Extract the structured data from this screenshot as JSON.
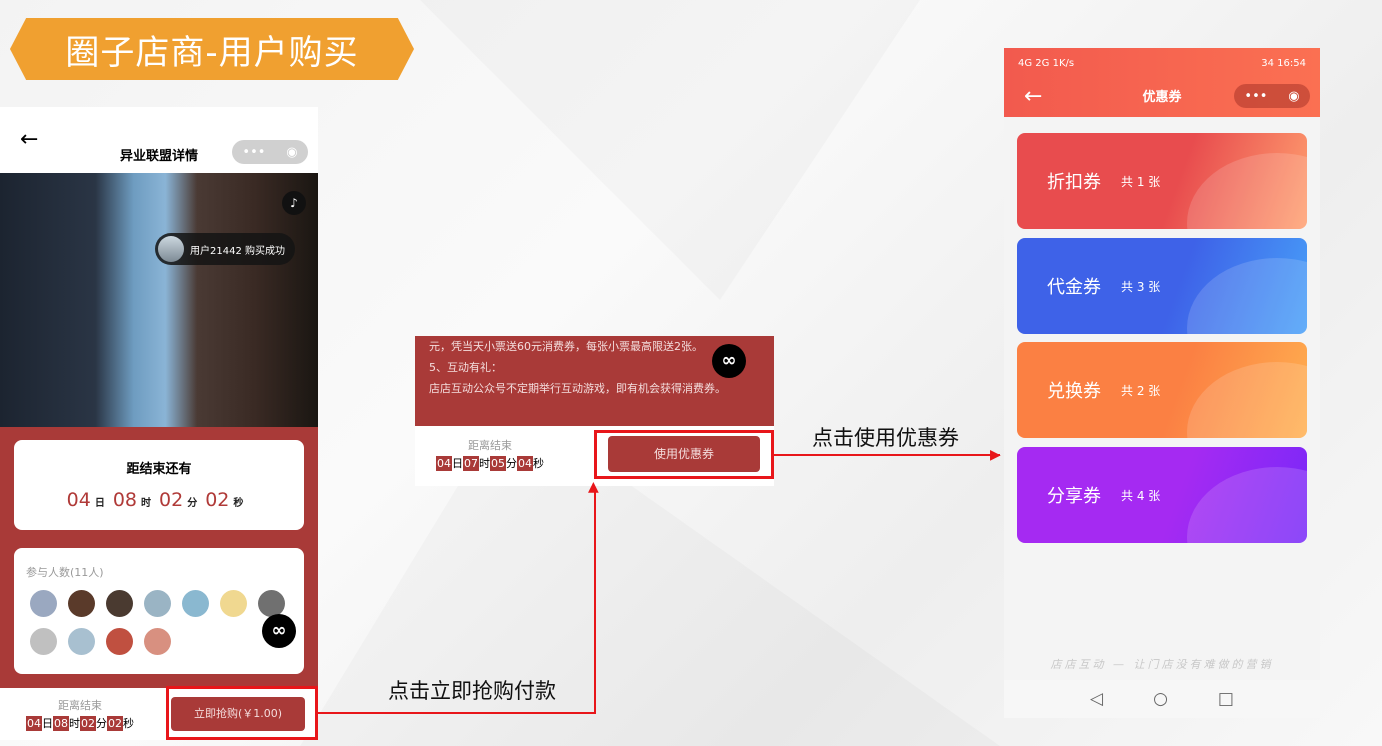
{
  "banner_title": "圈子店商-用户购买",
  "left_phone": {
    "title": "异业联盟详情",
    "toast": "用户21442 购买成功",
    "countdown_title": "距结束还有",
    "countdown": {
      "d": "04",
      "h": "08",
      "m": "02",
      "s": "02"
    },
    "units": {
      "d": "日",
      "h": "时",
      "m": "分",
      "s": "秒"
    },
    "participants_label": "参与人数(11人)",
    "avatar_colors": [
      "#9aa8c0",
      "#5a3a2a",
      "#4a3a30",
      "#9ab4c4",
      "#8ab8d0",
      "#f0d890",
      "#707070",
      "#c0c0c0",
      "#a8c0d0",
      "#c05040",
      "#d89080"
    ],
    "bottom_label": "距离结束",
    "buy_button": "立即抢购(￥1.00)"
  },
  "middle": {
    "lines": [
      "元，凭当天小票送60元消费券，每张小票最高限送2张。",
      "5、互动有礼：",
      "店店互动公众号不定期举行互动游戏，即有机会获得消费券。"
    ],
    "bottom_label": "距离结束",
    "countdown": {
      "d": "04",
      "h": "07",
      "m": "05",
      "s": "04"
    },
    "use_button": "使用优惠券"
  },
  "annotations": {
    "buy": "点击立即抢购付款",
    "use": "点击使用优惠券"
  },
  "right_phone": {
    "status_left": "4G 2G 1K/s",
    "status_right": "34 16:54",
    "title": "优惠券",
    "coupons": [
      {
        "name": "折扣券",
        "count": "共 1 张",
        "color": "#e84c4e"
      },
      {
        "name": "代金券",
        "count": "共 3 张",
        "color": "#3e62e8"
      },
      {
        "name": "兑换券",
        "count": "共 2 张",
        "color": "#fb8043"
      },
      {
        "name": "分享券",
        "count": "共 4 张",
        "color": "#a52af2"
      }
    ],
    "footer": "店店互动 — 让门店没有难做的营销"
  },
  "icons": {
    "back": "arrow-left-icon",
    "more": "more-dots-icon",
    "close": "target-circle-icon",
    "mini": "mini-program-icon",
    "music": "music-icon"
  }
}
